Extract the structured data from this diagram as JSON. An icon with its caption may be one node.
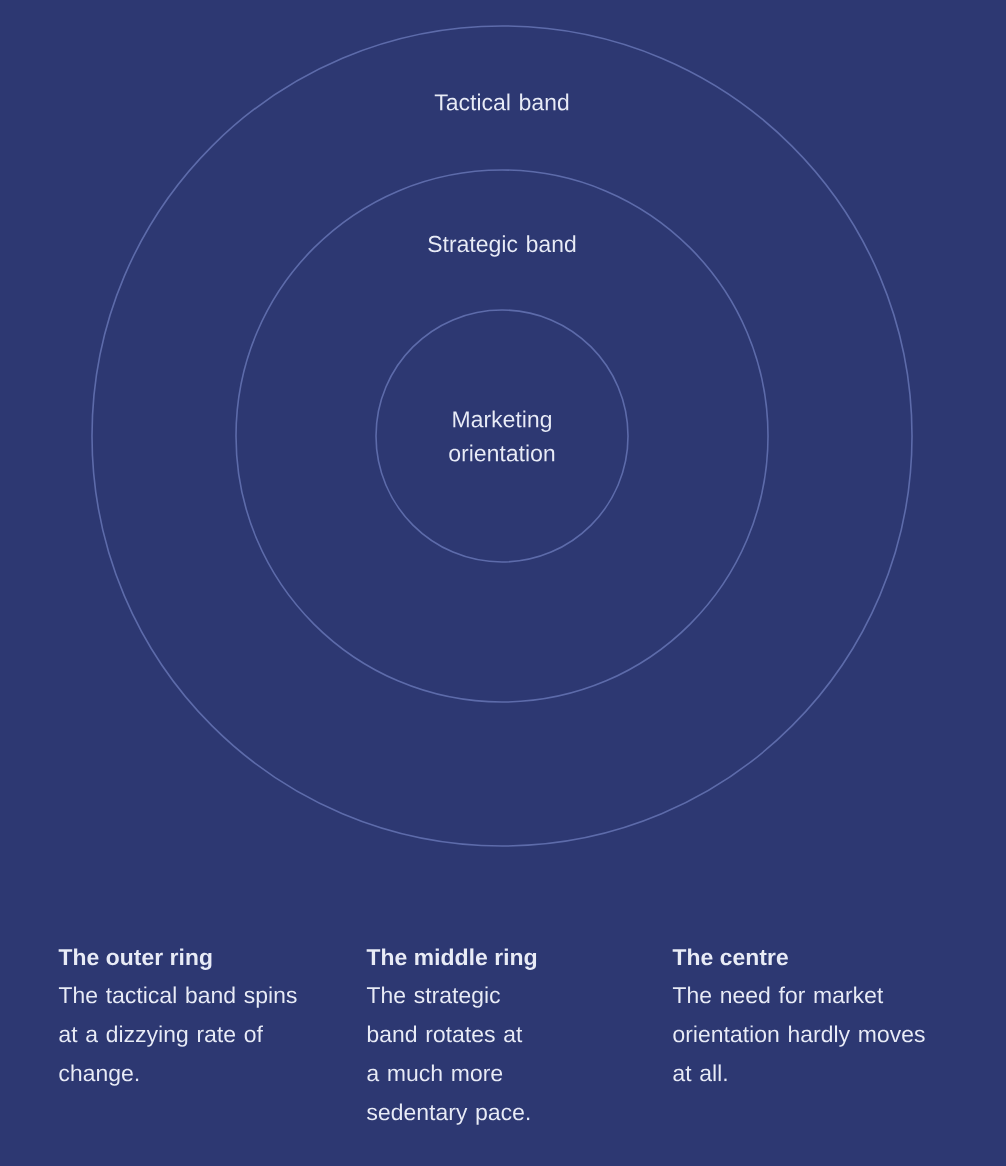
{
  "diagram": {
    "nodes": [
      {
        "text": [
          "Tactical band"
        ]
      },
      {
        "text": [
          "Strategic band"
        ],
        "in": 0
      },
      {
        "text": [
          "Marketing orientation"
        ],
        "in": 1
      }
    ],
    "labels": [
      "The outer ring",
      "The tactical band spins at a dizzying rate of change.",
      "The middle ring",
      "The strategic band rotates at a much more sedentary pace.",
      "The centre",
      "The need for market orientation hardly moves at all."
    ]
  }
}
